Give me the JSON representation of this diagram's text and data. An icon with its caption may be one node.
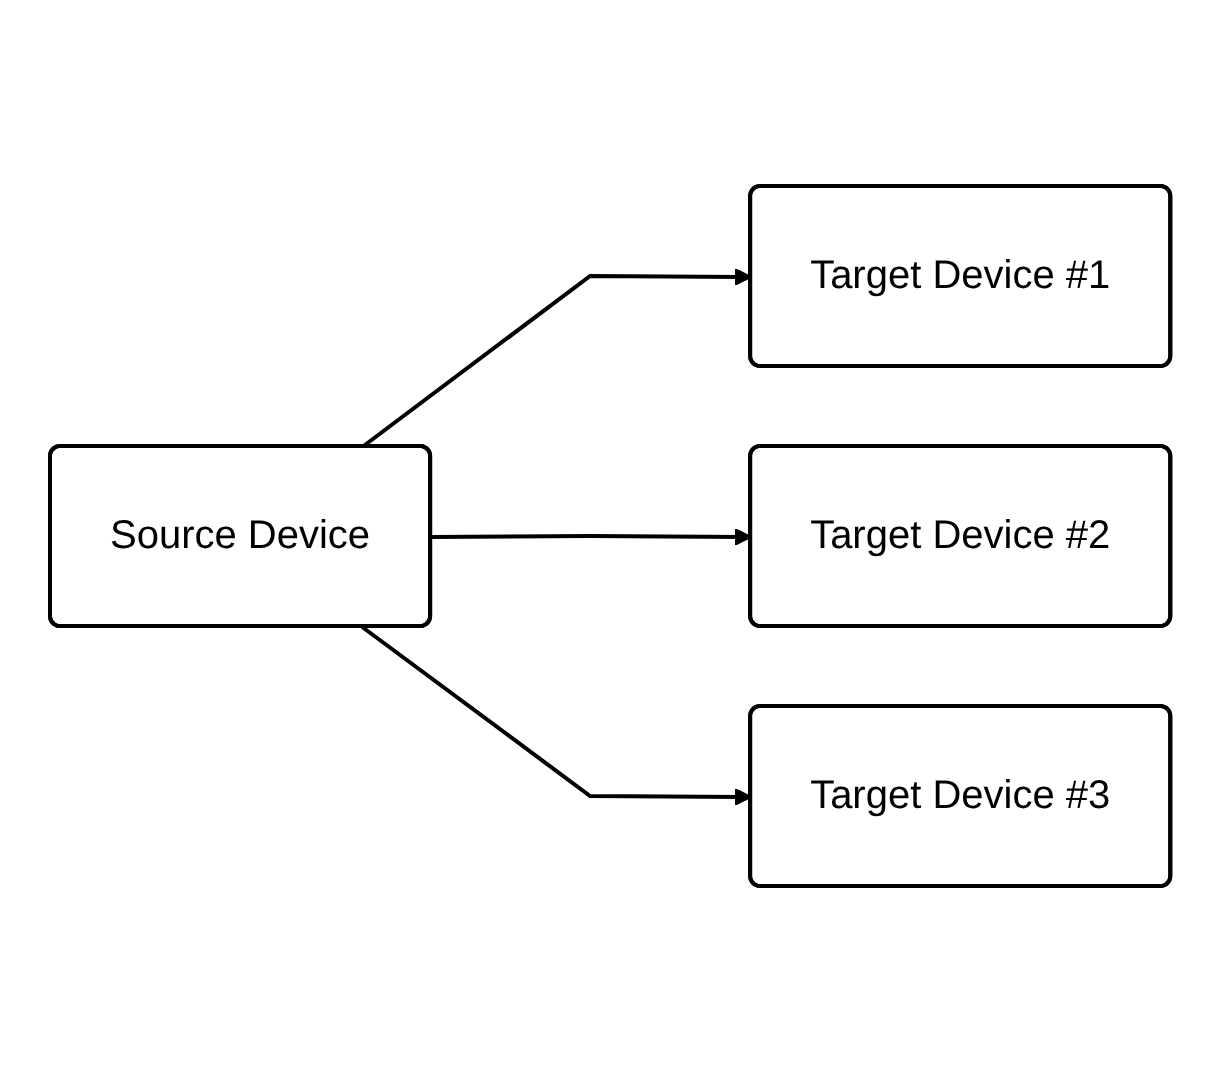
{
  "diagram": {
    "nodes": [
      {
        "text": [
          "Source Device"
        ]
      },
      {
        "text": [
          "Target Device #1"
        ]
      },
      {
        "text": [
          "Target Device #2"
        ]
      },
      {
        "text": [
          "Target Device #3"
        ]
      }
    ],
    "edges": [
      {
        "from": 0,
        "to": 1,
        "arrow": "to"
      },
      {
        "from": 0,
        "to": 2,
        "arrow": "to"
      },
      {
        "from": 0,
        "to": 3,
        "arrow": "to"
      }
    ]
  }
}
